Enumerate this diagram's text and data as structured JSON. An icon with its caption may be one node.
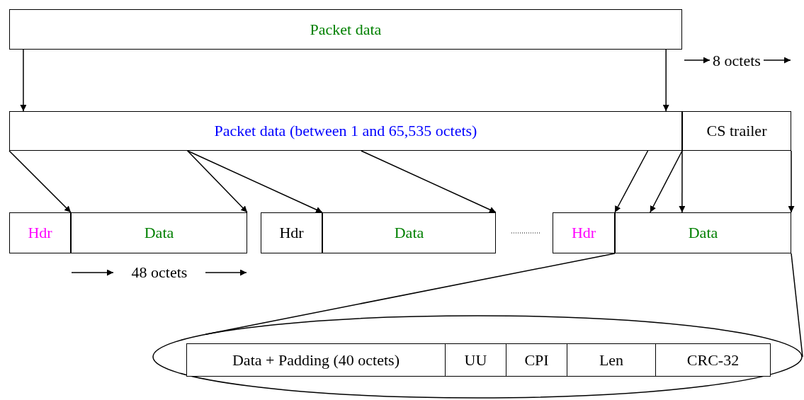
{
  "diagram": {
    "nodes": [
      {
        "text": [
          "Packet data"
        ]
      },
      {
        "text": [
          "Packet data (between 1 and 65,535 octets)"
        ]
      },
      {
        "text": [
          "CS trailer"
        ]
      },
      {
        "text": [
          "Hdr"
        ]
      },
      {
        "text": [
          "Data"
        ]
      },
      {
        "text": [
          "Hdr"
        ]
      },
      {
        "text": [
          "Data"
        ]
      },
      {
        "text": [
          "Hdr"
        ]
      },
      {
        "text": [
          "Data"
        ]
      },
      {
        "text": [],
        "shape": "ellipse"
      },
      {
        "text": [
          "Data + Padding (40 octets)"
        ],
        "in": 9
      },
      {
        "text": [
          "UU"
        ],
        "in": 9
      },
      {
        "text": [
          "CPI"
        ],
        "in": 9
      },
      {
        "text": [
          "Len"
        ],
        "in": 9
      },
      {
        "text": [
          "CRC-32"
        ],
        "in": 9
      }
    ],
    "edges": [
      {
        "from": 0,
        "to": 1,
        "arrow": "to"
      },
      {
        "from": 0,
        "to": 1,
        "arrow": "to"
      },
      {
        "from": 1,
        "to": 4,
        "arrow": "to"
      },
      {
        "from": 1,
        "to": 4,
        "arrow": "to"
      },
      {
        "from": 1,
        "to": 6,
        "arrow": "to"
      },
      {
        "from": 1,
        "to": 6,
        "arrow": "to"
      },
      {
        "from": 1,
        "to": 8,
        "arrow": "to"
      },
      {
        "from": 2,
        "to": 8,
        "arrow": "to"
      },
      {
        "from": 2,
        "to": 8,
        "arrow": "to"
      },
      {
        "from": 2,
        "to": 8,
        "arrow": "to"
      },
      {
        "from": 8,
        "to": 9,
        "arrow": "none"
      },
      {
        "from": 8,
        "to": 9,
        "arrow": "none"
      }
    ],
    "labels": [
      "8 octets",
      "48 octets"
    ]
  }
}
